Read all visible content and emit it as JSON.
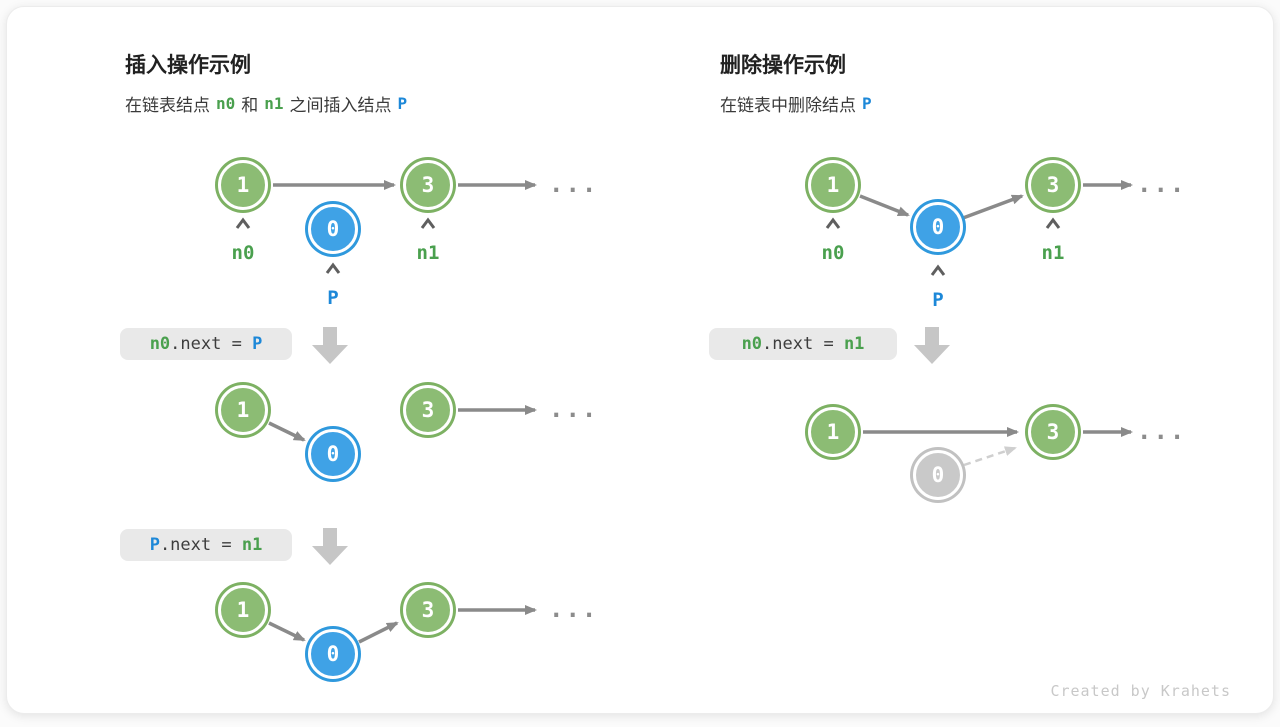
{
  "watermark": "Created by Krahets",
  "insert": {
    "title": "插入操作示例",
    "subtitle": {
      "pre": "在链表结点",
      "n0": "n0",
      "mid": "和",
      "n1": "n1",
      "post": "之间插入结点",
      "p": "P"
    },
    "code1": {
      "lhs": "n0",
      "op": ".next = ",
      "rhs": "P"
    },
    "code2": {
      "lhs": "P",
      "op": ".next = ",
      "rhs": "n1"
    },
    "labels": {
      "n0": "n0",
      "n1": "n1",
      "p": "P"
    },
    "nodes": {
      "v1": "1",
      "v0": "0",
      "v3": "3"
    },
    "ellipsis": "..."
  },
  "delete": {
    "title": "删除操作示例",
    "subtitle": {
      "pre": "在链表中删除结点",
      "p": "P"
    },
    "code1": {
      "lhs": "n0",
      "op": ".next = ",
      "rhs": "n1"
    },
    "labels": {
      "n0": "n0",
      "n1": "n1",
      "p": "P"
    },
    "nodes": {
      "v1": "1",
      "v0": "0",
      "v3": "3"
    },
    "ellipsis": "..."
  },
  "colors": {
    "node_green_fill": "#8cbc74",
    "node_green_ring": "#7db163",
    "node_blue_fill": "#3fa2e6",
    "node_blue_ring": "#2f99dd",
    "node_gray_fill": "#c9c9c9",
    "label_green": "#4aa04e",
    "label_blue": "#1d88d8",
    "arrow_gray": "#8a8a8a",
    "dashed_arrow_gray": "#cfcfcf",
    "block_arrow_gray": "#c6c6c6",
    "code_box_bg": "#e9e9e9",
    "watermark_gray": "#c8c8c8"
  }
}
